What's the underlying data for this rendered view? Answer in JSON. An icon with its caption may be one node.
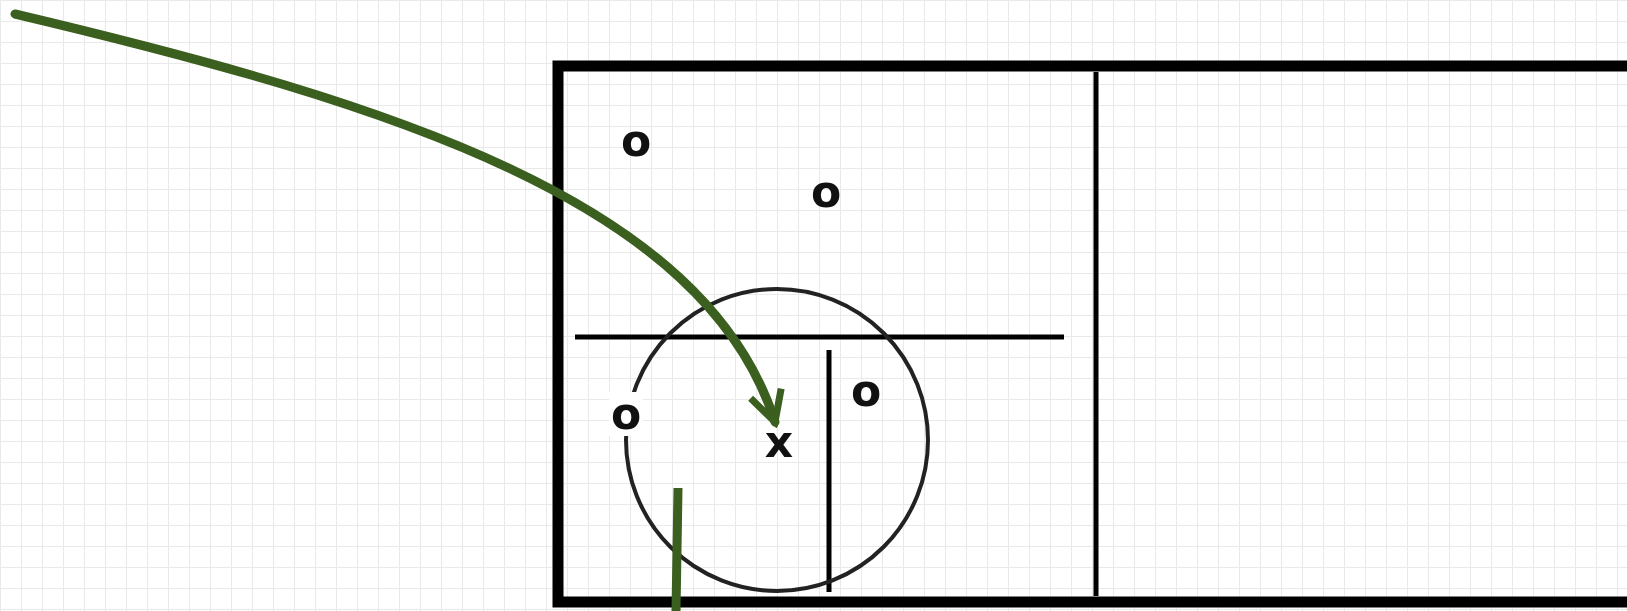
{
  "diagram": {
    "nodes": [
      {
        "text": [
          "o"
        ]
      },
      {
        "text": [
          "o"
        ]
      },
      {
        "text": [
          "o"
        ]
      },
      {
        "text": [
          "o"
        ]
      },
      {
        "text": [
          "x"
        ]
      }
    ],
    "edges": [
      {
        "from": null,
        "to": 4,
        "arrow": "to",
        "color": "#3a5f1e"
      }
    ]
  }
}
